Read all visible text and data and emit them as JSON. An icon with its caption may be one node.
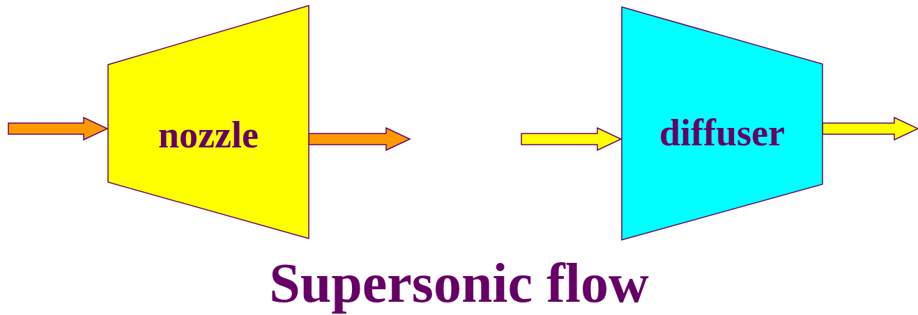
{
  "diagram": {
    "caption": "Supersonic flow",
    "nodes": [
      {
        "text": [
          "nozzle"
        ]
      },
      {
        "text": [
          "diffuser"
        ]
      }
    ],
    "edges": [
      {
        "from": null,
        "to": 0,
        "arrow": "to",
        "style": "thick",
        "color": "#ff9900"
      },
      {
        "from": 0,
        "to": null,
        "arrow": "to",
        "style": "thick",
        "color": "#ff9900"
      },
      {
        "from": null,
        "to": 1,
        "arrow": "to",
        "style": "thick",
        "color": "#ffff00"
      },
      {
        "from": 1,
        "to": null,
        "arrow": "to",
        "style": "thick",
        "color": "#ffff00"
      }
    ]
  }
}
